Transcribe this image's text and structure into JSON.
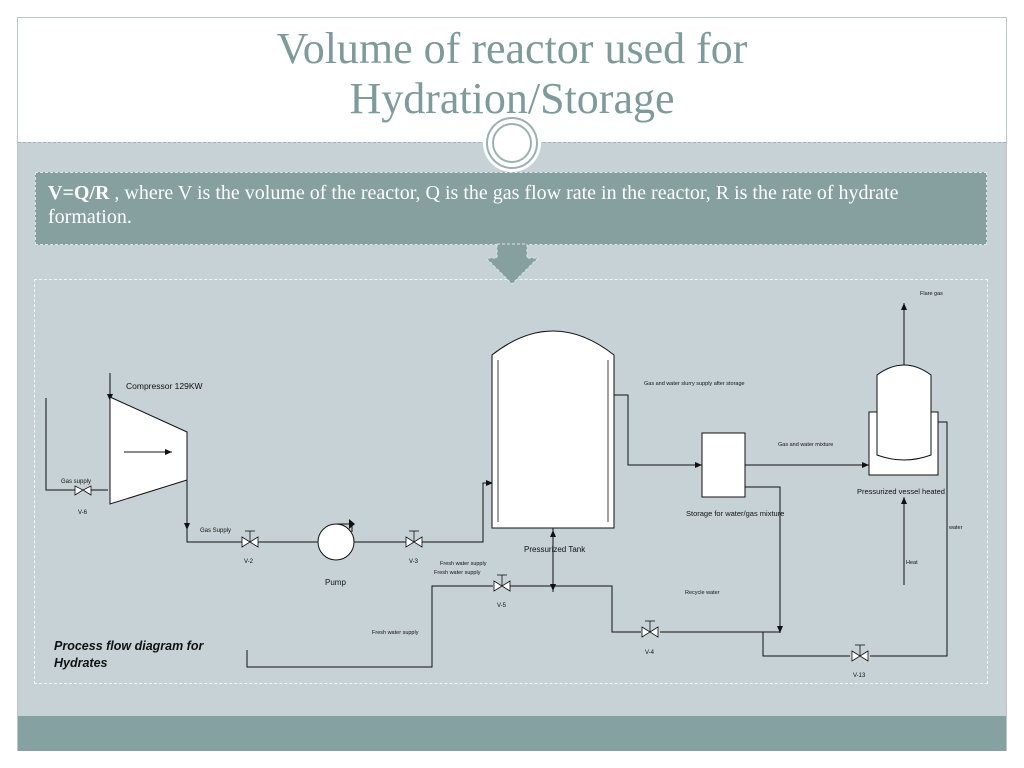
{
  "slide": {
    "title_line1": "Volume of reactor used for",
    "title_line2": "Hydration/Storage",
    "bullet_formula": "V=Q/R",
    "bullet_text": " , where V is the volume of the reactor, Q is the gas flow rate in the reactor, R is the rate of hydrate formation."
  },
  "diagram": {
    "compressor_label": "Compressor 129KW",
    "gas_supply_left": "Gas supply",
    "gas_supply_bottom": "Gas Supply",
    "pump_label": "Pump",
    "valve_v6": "V-6",
    "valve_v2": "V-2",
    "valve_v3": "V-3",
    "valve_v5": "V-5",
    "valve_v4": "V-4",
    "valve_v13": "V-13",
    "tank_label": "Pressurized Tank",
    "slurry_label": "Gas and water slurry supply after storage",
    "gas_water_mixture": "Gas and water mixture",
    "storage_label": "Storage for water/gas mixture",
    "vessel_label": "Pressurized vessel heated",
    "flare_gas": "Flare gas",
    "water_label": "water",
    "heat_label": "Heat",
    "fresh_water_1": "Fresh water supply",
    "fresh_water_2": "Fresh water supply",
    "fresh_water_3": "Fresh water supply",
    "recycle_water": "Recycle water",
    "caption_line1": "Process flow diagram for",
    "caption_line2": "Hydrates"
  },
  "colors": {
    "title": "#7e9a9a",
    "bullet_bg": "#869f9f",
    "slide_bg": "#c7d2d6",
    "footer": "#86a1a1"
  }
}
